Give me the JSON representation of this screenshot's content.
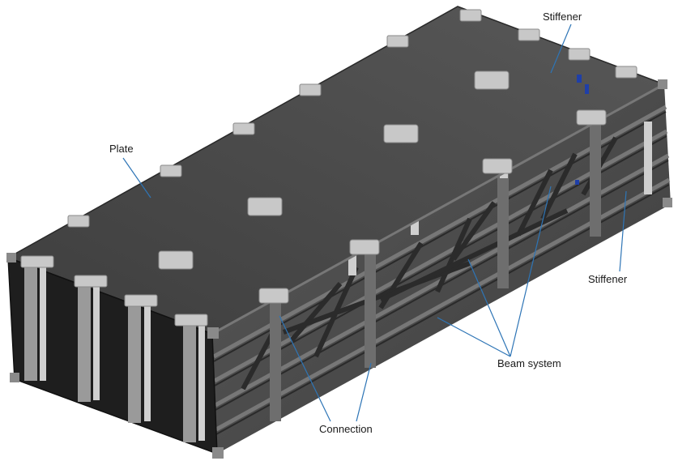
{
  "labels": {
    "plate": "Plate",
    "stiffener_top": "Stiffener",
    "stiffener_right": "Stiffener",
    "beam_system": "Beam system",
    "connection": "Connection"
  },
  "colors": {
    "plate_top": "#4a4a4a",
    "dark_face": "#1e1e1e",
    "frame_gray": "#5c5c5c",
    "bracket_light": "#c8c8c8",
    "leader_line": "#2e75b6",
    "blue_detail": "#1f3fa8"
  }
}
